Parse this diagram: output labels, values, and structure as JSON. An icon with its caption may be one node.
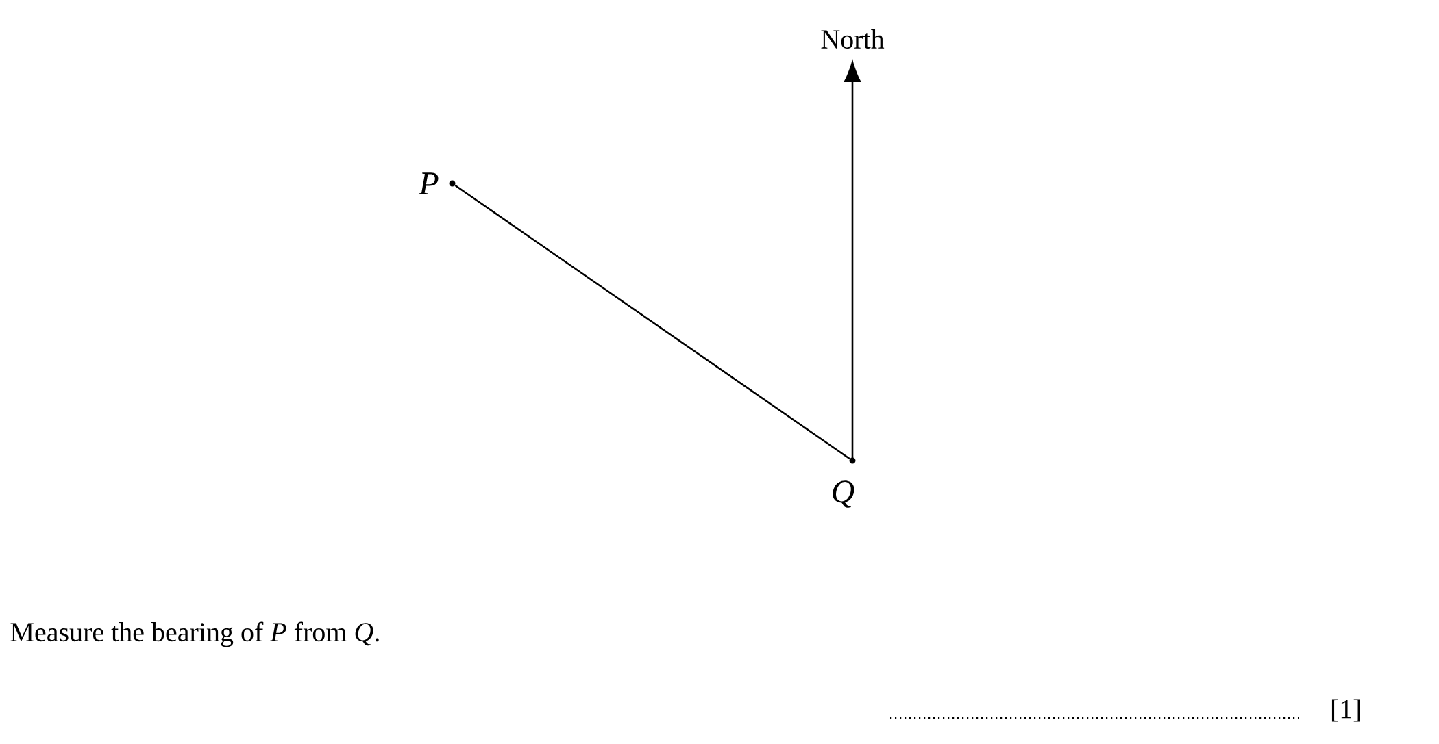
{
  "diagram": {
    "nodes": [
      {
        "text": [],
        "shape": "circle",
        "beside": [
          "P"
        ]
      },
      {
        "text": [],
        "shape": "circle",
        "beside": [
          "Q"
        ]
      }
    ],
    "edges": [
      {
        "from": 0,
        "to": 1,
        "arrow": "none"
      }
    ],
    "labels": [
      "North",
      "Measure the bearing of *P* from *Q*.",
      "[1]"
    ]
  }
}
